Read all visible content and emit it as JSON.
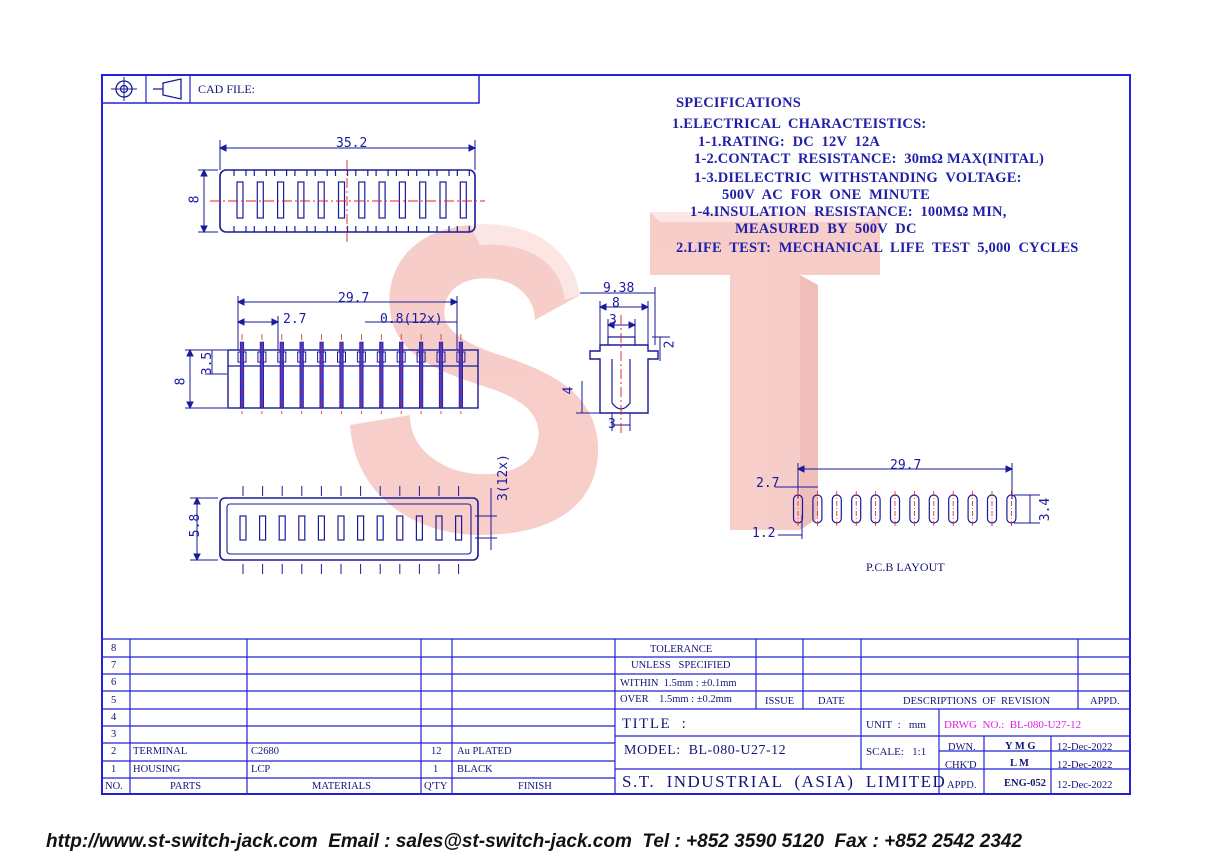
{
  "header": {
    "cad_label": "CAD FILE:"
  },
  "specs": {
    "heading": "SPECIFICATIONS",
    "lines": [
      "1.ELECTRICAL  CHARACTEISTICS:",
      "1-1.RATING:  DC  12V  12A",
      "1-2.CONTACT  RESISTANCE:  30mΩ MAX(INITAL)",
      "1-3.DIELECTRIC  WITHSTANDING  VOLTAGE:",
      "500V  AC  FOR  ONE  MINUTE",
      "1-4.INSULATION  RESISTANCE:  100MΩ MIN,",
      "MEASURED  BY  500V  DC",
      "2.LIFE  TEST:  MECHANICAL  LIFE  TEST  5,000  CYCLES"
    ]
  },
  "dims": {
    "top_width": "35.2",
    "top_height": "8",
    "side_width": "29.7",
    "pitch": "2.7",
    "pin": "0.8(12x)",
    "side_h1": "3.5",
    "side_h2": "8",
    "end_9_38": "9.38",
    "end_8": "8",
    "end_3a": "3",
    "end_2": "2",
    "end_4": "4",
    "end_3b": "3",
    "bottom_5_8": "5.8",
    "bottom_3_12x": "3(12x)",
    "pcb_29_7": "29.7",
    "pcb_2_7": "2.7",
    "pcb_1_2": "1.2",
    "pcb_3_4": "3.4",
    "pcb_label": "P.C.B  LAYOUT"
  },
  "table": {
    "row_numbers": [
      "8",
      "7",
      "6",
      "5",
      "4",
      "3",
      "2",
      "1"
    ],
    "parts": [
      {
        "no": "2",
        "part": "TERMINAL",
        "material": "C2680",
        "qty": "12",
        "finish": "Au PLATED"
      },
      {
        "no": "1",
        "part": "HOUSING",
        "material": "LCP",
        "qty": "1",
        "finish": "BLACK"
      }
    ],
    "headers": {
      "no": "NO.",
      "parts": "PARTS",
      "materials": "MATERIALS",
      "qty": "Q'TY",
      "finish": "FINISH"
    },
    "tolerance": {
      "title": "TOLERANCE",
      "sub": "UNLESS   SPECIFIED",
      "within": "WITHIN  1.5mm : ±0.1mm",
      "over": "OVER    1.5mm : ±0.2mm"
    },
    "revision": {
      "issue": "ISSUE",
      "date": "DATE",
      "desc": "DESCRIPTIONS  OF  REVISION",
      "appd": "APPD."
    },
    "title_label": "TITLE  :",
    "unit": "UNIT  :   mm",
    "drwg": "DRWG  NO.:  BL-080-U27-12",
    "model": "MODEL:  BL-080-U27-12",
    "scale": "SCALE:   1:1",
    "company": "S.T.  INDUSTRIAL  (ASIA)  LIMITED",
    "dwn": {
      "label": "DWN.",
      "who": "Y M G",
      "date": "12-Dec-2022"
    },
    "chk": {
      "label": "CHK'D",
      "who": "L M",
      "date": "12-Dec-2022"
    },
    "appd": {
      "label": "APPD.",
      "who": "ENG-052",
      "date": "12-Dec-2022"
    }
  },
  "footer": {
    "text": "http://www.st-switch-jack.com  Email : sales@st-switch-jack.com  Tel : +852 3590 5120  Fax : +852 2542 2342"
  },
  "colors": {
    "line": "#2323d6",
    "watermark": "#f3b9b4",
    "magenta": "#e01ee0",
    "red": "#e02020"
  }
}
